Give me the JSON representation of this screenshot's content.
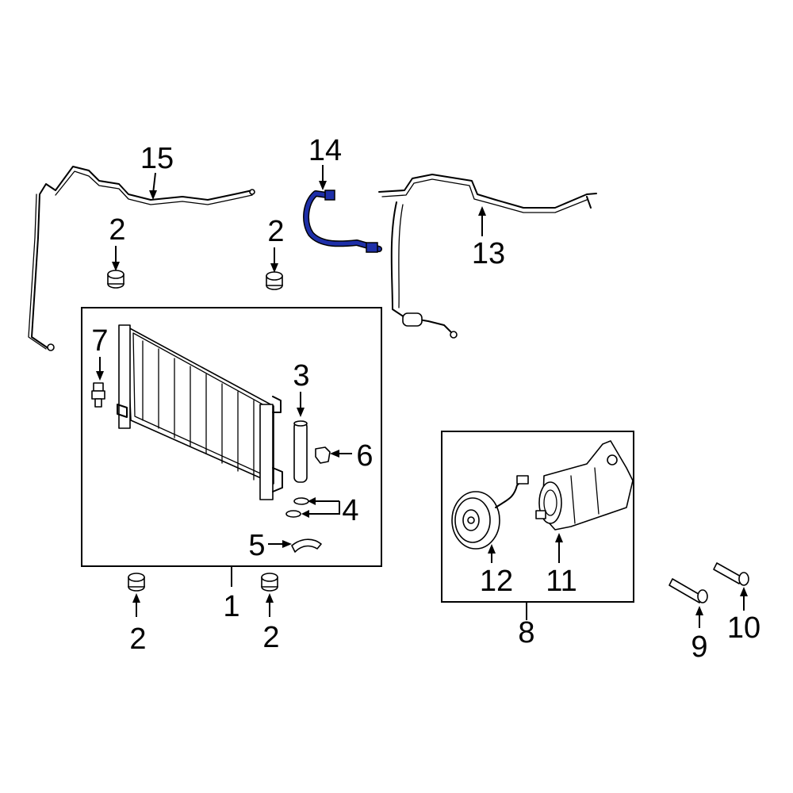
{
  "callouts": {
    "c1": "1",
    "c2a": "2",
    "c2b": "2",
    "c2c": "2",
    "c2d": "2",
    "c3": "3",
    "c4": "4",
    "c5": "5",
    "c6": "6",
    "c7": "7",
    "c8": "8",
    "c9": "9",
    "c10": "10",
    "c11": "11",
    "c12": "12",
    "c13": "13",
    "c14": "14",
    "c15": "15"
  },
  "colors": {
    "highlight_part": "#1e2fa8",
    "line": "#000000",
    "background": "#ffffff"
  }
}
